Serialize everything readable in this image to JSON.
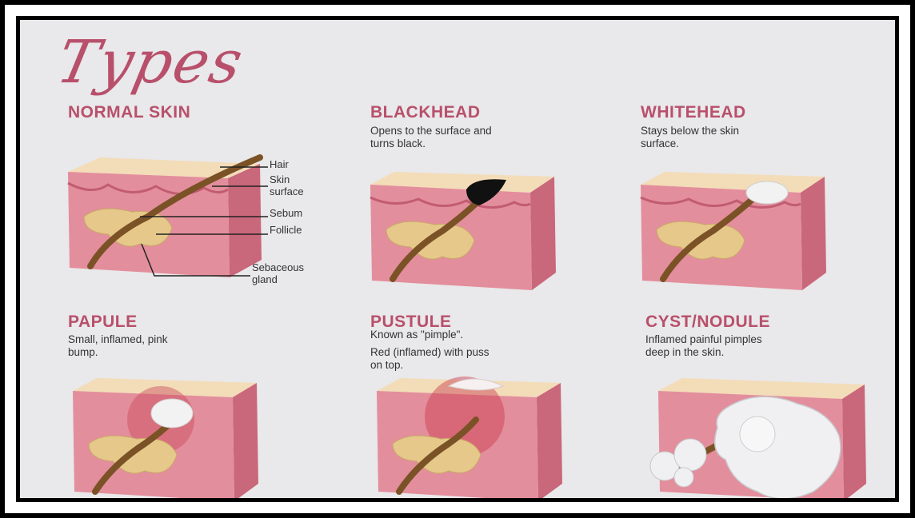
{
  "title": "Types",
  "types": [
    {
      "heading": "NORMAL SKIN",
      "description": []
    },
    {
      "heading": "BLACKHEAD",
      "description": [
        "Opens to the surface and",
        "turns black."
      ]
    },
    {
      "heading": "WHITEHEAD",
      "description": [
        "Stays below the skin",
        "surface."
      ]
    },
    {
      "heading": "PAPULE",
      "description": [
        "Small, inflamed, pink",
        "bump."
      ]
    },
    {
      "heading": "PUSTULE",
      "description": [
        "Known as \"pimple\".",
        "Red (inflamed) with puss",
        "on top."
      ]
    },
    {
      "heading": "CYST/NODULE",
      "description": [
        "Inflamed painful pimples",
        "deep in the skin."
      ]
    }
  ],
  "labels": {
    "hair": "Hair",
    "skin_surface": [
      "Skin",
      "surface"
    ],
    "sebum": "Sebum",
    "follicle": "Follicle",
    "sebaceous_gland": [
      "Sebaceous",
      "gland"
    ]
  },
  "colors": {
    "heading": "#b8506b",
    "skin_front": "#e38e9c",
    "skin_top": "#f3dcb8",
    "skin_side": "#c9677b",
    "gland": "#e6c98a",
    "hair": "#7a5226"
  }
}
